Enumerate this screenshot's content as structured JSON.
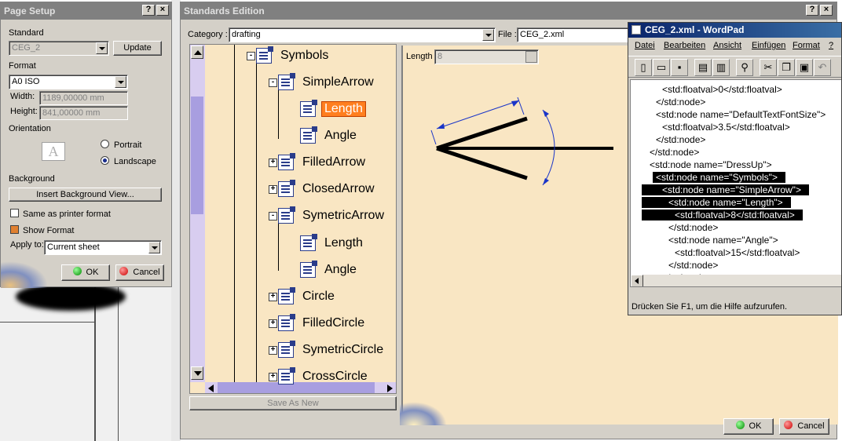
{
  "page_setup": {
    "title": "Page Setup",
    "help_btn": "?",
    "close_btn": "×",
    "standard_label": "Standard",
    "standard_value": "CEG_2",
    "update_btn": "Update",
    "format_label": "Format",
    "format_value": "A0 ISO",
    "width_label": "Width:",
    "width_value": "1189,00000 mm",
    "height_label": "Height:",
    "height_value": "841,00000 mm",
    "orientation_label": "Orientation",
    "portrait_label": "Portrait",
    "landscape_label": "Landscape",
    "background_label": "Background",
    "insert_bg_btn": "Insert Background View...",
    "same_printer_label": "Same as printer format",
    "show_format_label": "Show Format",
    "apply_to_label": "Apply to:",
    "apply_to_value": "Current sheet",
    "ok_btn": "OK",
    "cancel_btn": "Cancel"
  },
  "standards": {
    "title": "Standards Edition",
    "help_btn": "?",
    "close_btn": "×",
    "category_label": "Category :",
    "category_value": "drafting",
    "file_label": "File :",
    "file_value": "CEG_2.xml",
    "tree": [
      {
        "label": "Symbols"
      },
      {
        "label": "SimpleArrow"
      },
      {
        "label": "Length",
        "selected": true
      },
      {
        "label": "Angle"
      },
      {
        "label": "FilledArrow"
      },
      {
        "label": "ClosedArrow"
      },
      {
        "label": "SymetricArrow"
      },
      {
        "label": "Length"
      },
      {
        "label": "Angle"
      },
      {
        "label": "Circle"
      },
      {
        "label": "FilledCircle"
      },
      {
        "label": "SymetricCircle"
      },
      {
        "label": "CrossCircle"
      }
    ],
    "length_label": "Length",
    "length_value": "8",
    "save_as_btn": "Save As New",
    "ok_btn": "OK",
    "cancel_btn": "Cancel"
  },
  "wordpad": {
    "title": "CEG_2.xml - WordPad",
    "menu": [
      "Datei",
      "Bearbeiten",
      "Ansicht",
      "Einfügen",
      "Format",
      "?"
    ],
    "lines": [
      "<std:floatval>0</std:floatval>",
      "</std:node>",
      "<std:node name=\"DefaultTextFontSize\">",
      "<std:floatval>3.5</std:floatval>",
      "</std:node>",
      "</std:node>",
      "<std:node name=\"DressUp\">",
      "<std:node name=\"Symbols\">",
      "<std:node name=\"SimpleArrow\">",
      "<std:node name=\"Length\">",
      "<std:floatval>8</std:floatval>",
      "</std:node>",
      "<std:node name=\"Angle\">",
      "<std:floatval>15</std:floatval>",
      "</std:node>",
      "</std:node>"
    ],
    "status": "Drücken Sie F1, um die Hilfe aufzurufen."
  },
  "colors": {
    "panel_bg": "#f9e6c3",
    "selected_node": "#ff7f1f",
    "dimension_blue": "#1a35c8"
  }
}
